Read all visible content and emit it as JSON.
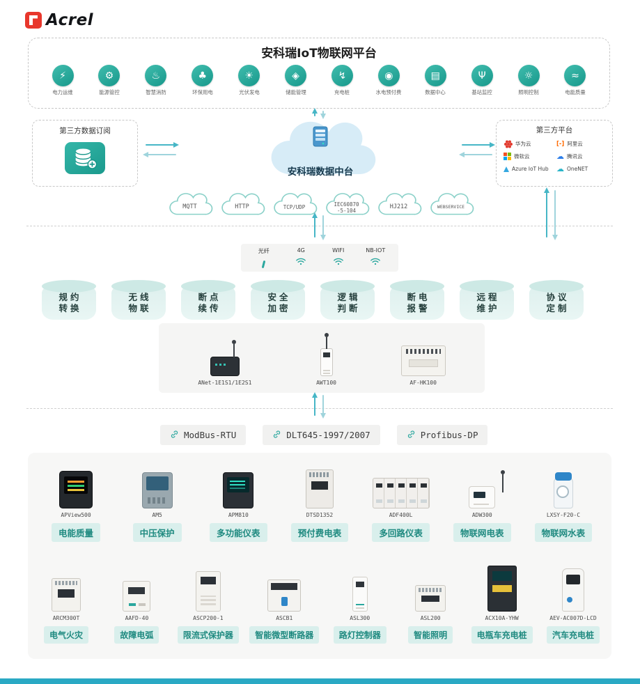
{
  "logo": {
    "text": "Acrel"
  },
  "colors": {
    "accent_teal": "#2aa79e",
    "chip_bg": "#d9efec",
    "chip_text": "#1f8a80",
    "logo_red": "#e8372c",
    "cloud_blue": "#d6ecf7",
    "footer_bar": "#2aa9c4"
  },
  "platform_box": {
    "title": "安科瑞IoT物联网平台",
    "apps": [
      {
        "label": "电力运维",
        "icon": "power-ops-icon",
        "glyph": "⚡"
      },
      {
        "label": "能源管控",
        "icon": "energy-control-icon",
        "glyph": "⚙"
      },
      {
        "label": "智慧消防",
        "icon": "smart-fire-icon",
        "glyph": "♨"
      },
      {
        "label": "环保用电",
        "icon": "eco-power-icon",
        "glyph": "♣"
      },
      {
        "label": "光伏发电",
        "icon": "solar-power-icon",
        "glyph": "☀"
      },
      {
        "label": "储能管理",
        "icon": "energy-storage-icon",
        "glyph": "◈"
      },
      {
        "label": "充电桩",
        "icon": "charging-pile-icon",
        "glyph": "↯"
      },
      {
        "label": "水电预付费",
        "icon": "prepaid-utility-icon",
        "glyph": "◉"
      },
      {
        "label": "数据中心",
        "icon": "data-center-icon",
        "glyph": "▤"
      },
      {
        "label": "基站监控",
        "icon": "base-station-icon",
        "glyph": "Ψ"
      },
      {
        "label": "照明控制",
        "icon": "lighting-control-icon",
        "glyph": "☼"
      },
      {
        "label": "电能质量",
        "icon": "power-quality-icon",
        "glyph": "≈"
      }
    ]
  },
  "integration": {
    "subscribe_box": {
      "title": "第三方数据订阅"
    },
    "data_center": {
      "label": "安科瑞数据中台"
    },
    "third_party_box": {
      "title": "第三方平台",
      "providers": [
        {
          "name": "华为云",
          "brand": "huawei"
        },
        {
          "name": "阿里云",
          "brand": "ali"
        },
        {
          "name": "微软云",
          "brand": "ms"
        },
        {
          "name": "腾讯云",
          "brand": "tencent"
        },
        {
          "name": "Azure IoT Hub",
          "brand": "azure"
        },
        {
          "name": "OneNET",
          "brand": "onenet"
        }
      ]
    },
    "protocol_clouds": [
      {
        "lines": [
          "MQTT"
        ]
      },
      {
        "lines": [
          "HTTP"
        ]
      },
      {
        "lines": [
          "TCP/UDP"
        ]
      },
      {
        "lines": [
          "IEC60870",
          "-5-104"
        ]
      },
      {
        "lines": [
          "HJ212"
        ]
      },
      {
        "lines": [
          "WEBSERVICE"
        ]
      }
    ]
  },
  "network": {
    "items": [
      {
        "label": "光纤",
        "icon": "fiber-icon"
      },
      {
        "label": "4G",
        "icon": "wifi-icon"
      },
      {
        "label": "WIFI",
        "icon": "wifi-icon"
      },
      {
        "label": "NB-IOT",
        "icon": "wifi-icon"
      }
    ]
  },
  "capabilities": [
    {
      "line1": "规约",
      "line2": "转换"
    },
    {
      "line1": "无线",
      "line2": "物联"
    },
    {
      "line1": "断点",
      "line2": "续传"
    },
    {
      "line1": "安全",
      "line2": "加密"
    },
    {
      "line1": "逻辑",
      "line2": "判断"
    },
    {
      "line1": "断电",
      "line2": "报警"
    },
    {
      "line1": "远程",
      "line2": "维护"
    },
    {
      "line1": "协议",
      "line2": "定制"
    }
  ],
  "gateways": [
    {
      "model": "ANet-1E1S1/1E2S1",
      "kind": "anet"
    },
    {
      "model": "AWT100",
      "kind": "awt"
    },
    {
      "model": "AF-HK100",
      "kind": "afhk"
    }
  ],
  "bus_protocols": [
    {
      "label": "ModBus-RTU"
    },
    {
      "label": "DLT645-1997/2007"
    },
    {
      "label": "Profibus-DP"
    }
  ],
  "device_rows": [
    [
      {
        "model": "APView500",
        "category": "电能质量",
        "kind": "apview"
      },
      {
        "model": "AM5",
        "category": "中压保护",
        "kind": "am5"
      },
      {
        "model": "APM810",
        "category": "多功能仪表",
        "kind": "apm810"
      },
      {
        "model": "DTSD1352",
        "category": "预付费电表",
        "kind": "dtsd"
      },
      {
        "model": "ADF400L",
        "category": "多回路仪表",
        "kind": "adf"
      },
      {
        "model": "ADW300",
        "category": "物联网电表",
        "kind": "adw"
      },
      {
        "model": "LXSY-F20-C",
        "category": "物联网水表",
        "kind": "water"
      }
    ],
    [
      {
        "model": "ARCM300T",
        "category": "电气火灾",
        "kind": "din"
      },
      {
        "model": "AAFD-40",
        "category": "故障电弧",
        "kind": "aafd"
      },
      {
        "model": "ASCP200-1",
        "category": "限流式保护器",
        "kind": "ascp"
      },
      {
        "model": "ASCB1",
        "category": "智能微型断路器",
        "kind": "ascb"
      },
      {
        "model": "ASL300",
        "category": "路灯控制器",
        "kind": "asl300"
      },
      {
        "model": "ASL200",
        "category": "智能照明",
        "kind": "asl200"
      },
      {
        "model": "ACX10A-YHW",
        "category": "电瓶车充电桩",
        "kind": "acx"
      },
      {
        "model": "AEV-AC007D-LCD",
        "category": "汽车充电桩",
        "kind": "aev"
      }
    ]
  ]
}
